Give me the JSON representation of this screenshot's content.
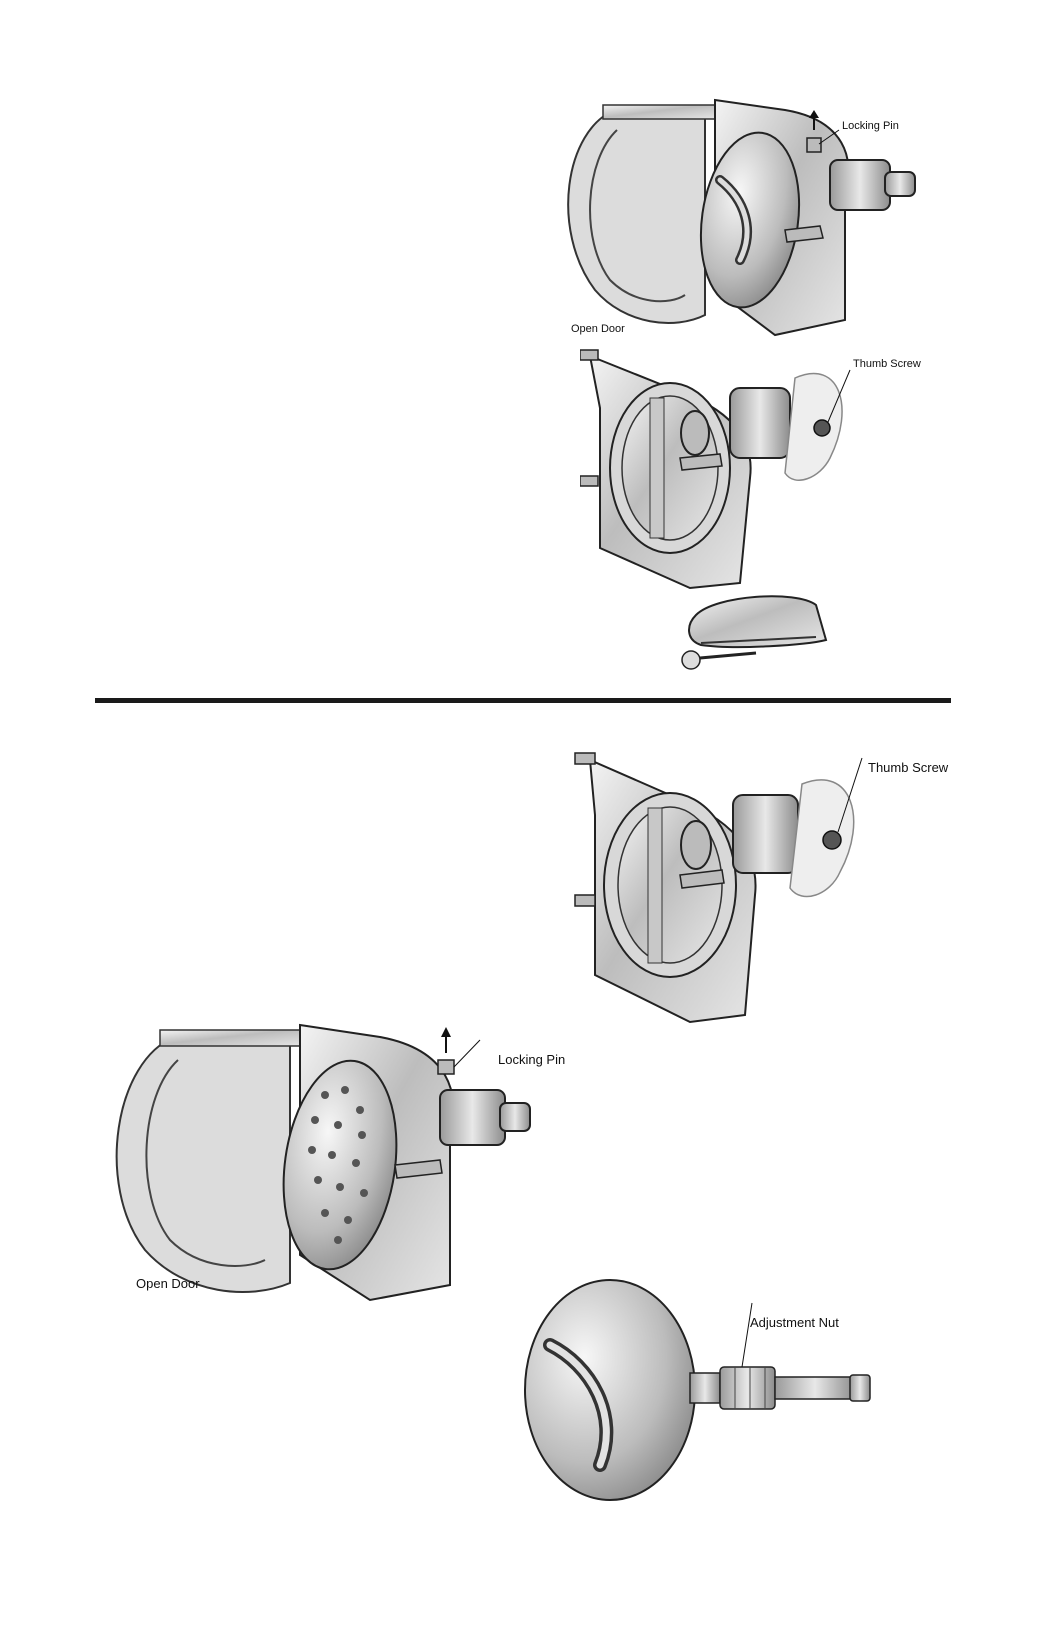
{
  "figures": {
    "top_open_door": {
      "locking_pin_label": "Locking Pin",
      "open_door_label": "Open Door"
    },
    "top_housing": {
      "thumb_screw_label": "Thumb Screw"
    },
    "lower_housing": {
      "thumb_screw_label": "Thumb Screw"
    },
    "lower_open_door": {
      "locking_pin_label": "Locking Pin",
      "open_door_label": "Open Door"
    },
    "slicing_plate": {
      "adjustment_nut_label": "Adjustment Nut"
    }
  }
}
